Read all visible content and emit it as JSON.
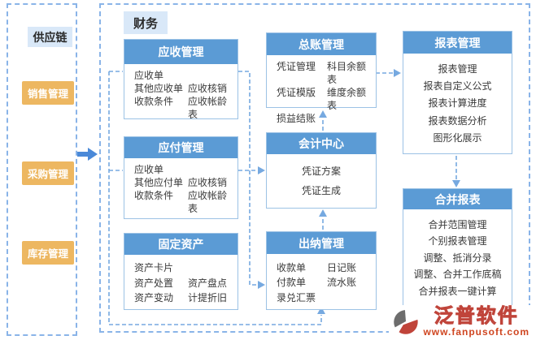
{
  "supply_chain_panel": {
    "title": "供应链",
    "items": [
      {
        "label": "销售管理"
      },
      {
        "label": "采购管理"
      },
      {
        "label": "库存管理"
      }
    ]
  },
  "finance_panel": {
    "tab": "财务",
    "modules": [
      {
        "title": "应收管理",
        "rows": [
          [
            "应收单"
          ],
          [
            "其他应收单",
            "应收核销"
          ],
          [
            "收款条件",
            "应收帐龄表"
          ]
        ]
      },
      {
        "title": "应付管理",
        "rows": [
          [
            "应收单"
          ],
          [
            "其他应付单",
            "应收核销"
          ],
          [
            "收款条件",
            "应收帐龄表"
          ]
        ]
      },
      {
        "title": "固定资产",
        "rows": [
          [
            "资产卡片"
          ],
          [
            "资产处置",
            "资产盘点"
          ],
          [
            "资产变动",
            "计提折旧"
          ]
        ]
      },
      {
        "title": "总账管理",
        "rows": [
          [
            "凭证管理",
            "科目余额表"
          ],
          [
            "凭证模版",
            "维度余额表"
          ],
          [
            "损益结账"
          ]
        ]
      },
      {
        "title": "会计中心",
        "items": [
          "凭证方案",
          "凭证生成"
        ]
      },
      {
        "title": "出纳管理",
        "rows": [
          [
            "收款单",
            "日记账"
          ],
          [
            "付款单",
            "流水账"
          ],
          [
            "录兑汇票"
          ]
        ]
      },
      {
        "title": "报表管理",
        "items": [
          "报表管理",
          "报表自定义公式",
          "报表计算进度",
          "报表数据分析",
          "图形化展示"
        ]
      },
      {
        "title": "合并报表",
        "items": [
          "合并范围管理",
          "个别报表管理",
          "调整、抵消分录",
          "调整、合并工作底稿",
          "合并报表一键计算"
        ]
      }
    ]
  },
  "logo": {
    "name": "泛普软件",
    "url": "www.fanpusoft.com"
  },
  "colors": {
    "header_blue": "#5b9bd5",
    "box_border": "#9cc2e5",
    "tab_background": "#d9e8f8",
    "orange_item": "#edb761",
    "connector_blue": "#76a9e0",
    "solid_arrow_blue": "#4a89d8",
    "logo_red": "#cf4520"
  }
}
